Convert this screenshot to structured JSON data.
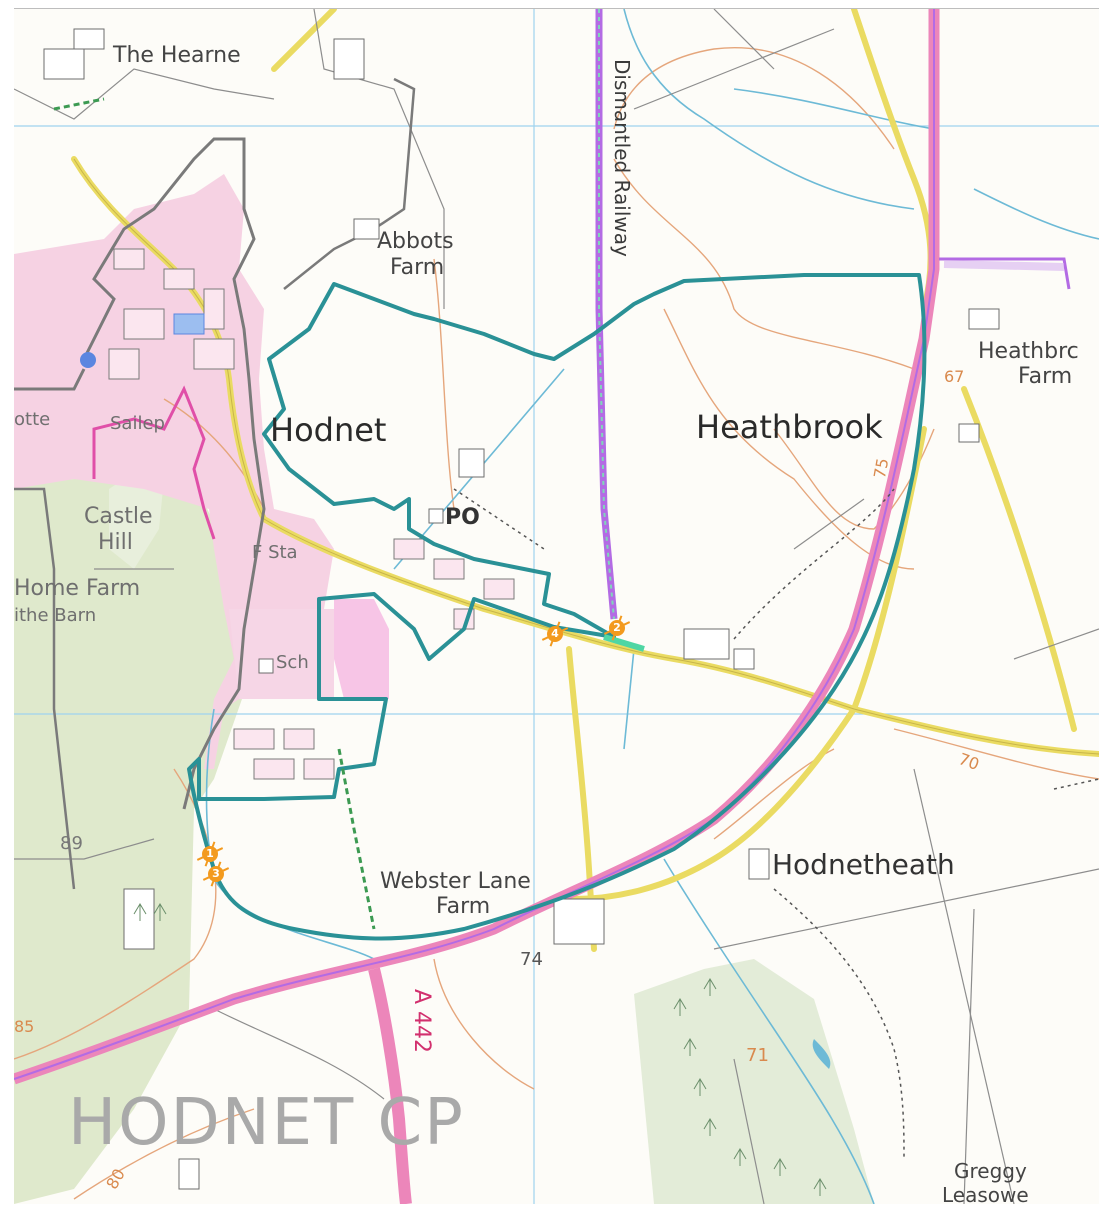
{
  "map": {
    "place_labels": {
      "the_hearne": "The Hearne",
      "abbots_farm_line1": "Abbots",
      "abbots_farm_line2": "Farm",
      "hodnet": "Hodnet",
      "heathbrook": "Heathbrook",
      "heathbrook_farm_line1": "Heathbrc",
      "heathbrook_farm_line2": "Farm",
      "po": "PO",
      "castle_hill_line1": "Castle",
      "castle_hill_line2": "Hill",
      "home_farm": "Home Farm",
      "tithe_barn": "ithe Barn",
      "f_sta": "F Sta",
      "sch": "Sch",
      "lotte": "otte",
      "sailep": "Sailep",
      "webster_lane_farm_line1": "Webster Lane",
      "webster_lane_farm_line2": "Farm",
      "hodnetheath": "Hodnetheath",
      "greggy_leasowe_line1": "Greggy",
      "greggy_leasowe_line2": "Leasowe",
      "dismantled_railway": "Dismantled Railway",
      "parish": "HODNET CP"
    },
    "road_labels": {
      "a442": "A 442"
    },
    "contour_labels": {
      "c67": "67",
      "c75": "75",
      "c70": "70",
      "c89": "89",
      "c74": "74",
      "c71": "71",
      "c85": "85",
      "c80": "80"
    },
    "markers": [
      "1",
      "2",
      "3",
      "4"
    ],
    "colors": {
      "route": "#2a9196",
      "village_fill": "#f4c9df",
      "park_fill": "#dfe9cc",
      "woodland_fill": "#e3ecd8",
      "contour": "#e5a67c",
      "grid": "#9fd3ee",
      "minor_road": "#f2e271",
      "a_road": "#ec86ba",
      "boundary": "#a860e0",
      "marker": "#f39a1e",
      "water": "#6dbad6"
    }
  }
}
